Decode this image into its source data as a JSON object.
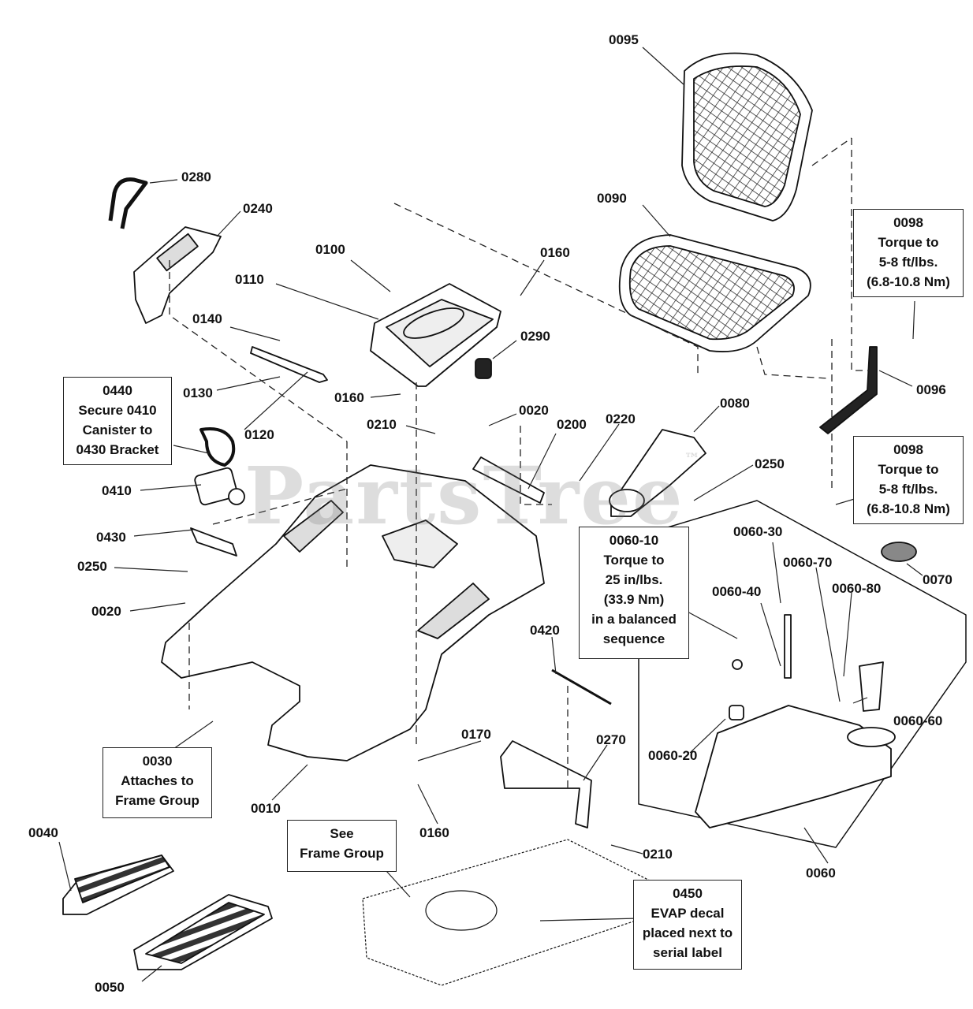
{
  "watermark": {
    "text": "PartsTree",
    "mark": "™"
  },
  "callouts": [
    "0095",
    "0280",
    "0240",
    "0090",
    "0100",
    "0160",
    "0110",
    "0140",
    "0290",
    "0096",
    "0130",
    "0160",
    "0120",
    "0210",
    "0020",
    "0200",
    "0220",
    "0080",
    "0250",
    "0410",
    "0430",
    "0250",
    "0020",
    "0060-30",
    "0060-70",
    "0070",
    "0060-40",
    "0060-80",
    "0420",
    "0060-60",
    "0060-20",
    "0170",
    "0270",
    "0010",
    "0160",
    "0060",
    "0210",
    "0040",
    "0050"
  ],
  "notes": {
    "n0440": [
      "0440",
      "Secure 0410",
      "Canister to",
      "0430 Bracket"
    ],
    "n0098a": [
      "0098",
      "Torque to",
      "5-8 ft/lbs.",
      "(6.8-10.8 Nm)"
    ],
    "n0098b": [
      "0098",
      "Torque to",
      "5-8 ft/lbs.",
      "(6.8-10.8 Nm)"
    ],
    "n006010": [
      "0060-10",
      "Torque to",
      "25 in/lbs.",
      "(33.9 Nm)",
      "in a balanced",
      "sequence"
    ],
    "n0030": [
      "0030",
      "Attaches to",
      "Frame Group"
    ],
    "nframe": [
      "See",
      "Frame Group"
    ],
    "n0450": [
      "0450",
      "EVAP decal",
      "placed next to",
      "serial label"
    ]
  }
}
